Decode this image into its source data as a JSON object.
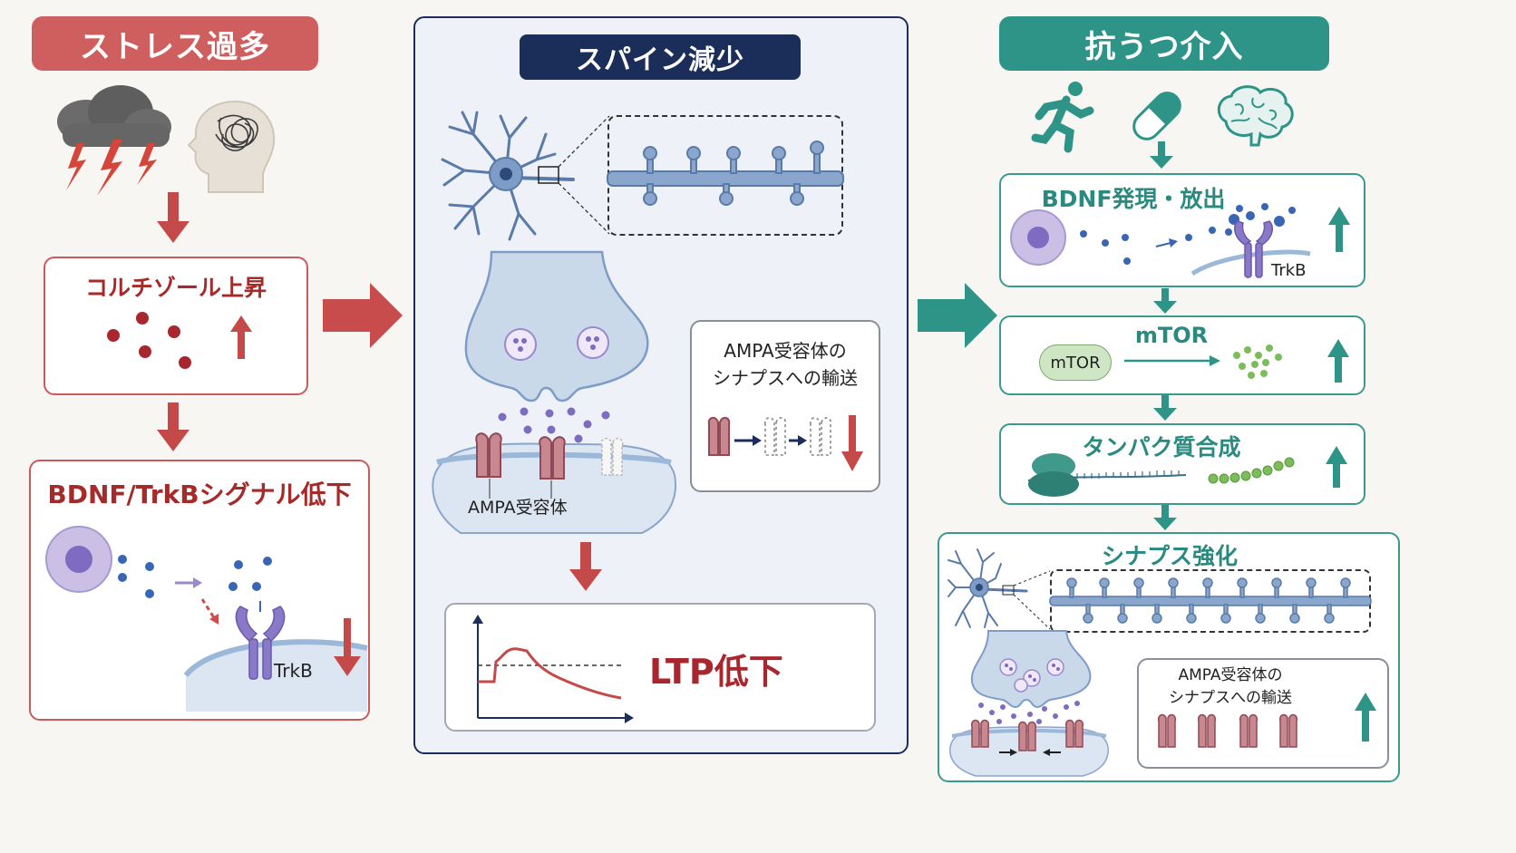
{
  "left": {
    "header": "ストレス過多",
    "cortisol_title": "コルチゾール上昇",
    "bdnf_title": "BDNF/TrkBシグナル低下",
    "trkb_label": "TrkB"
  },
  "center": {
    "header": "スパイン減少",
    "ampa_receptor_label": "AMPA受容体",
    "transport_title": "AMPA受容体の\nシナプスへの輸送",
    "ltp_label": "LTP低下"
  },
  "right": {
    "header": "抗うつ介入",
    "bdnf_title": "BDNF発現・放出",
    "trkb_label": "TrkB",
    "mtor_title": "mTOR",
    "mtor_pill": "mTOR",
    "protein_title": "タンパク質合成",
    "synapse_title": "シナプス強化",
    "transport_title": "AMPA受容体の\nシナプスへの輸送"
  },
  "colors": {
    "red": "#c94c4c",
    "navy": "#1b2e5a",
    "teal": "#2e9488"
  },
  "icons": [
    "storm-cloud-icon",
    "tangled-head-icon",
    "running-person-icon",
    "capsule-icon",
    "brain-icon"
  ]
}
